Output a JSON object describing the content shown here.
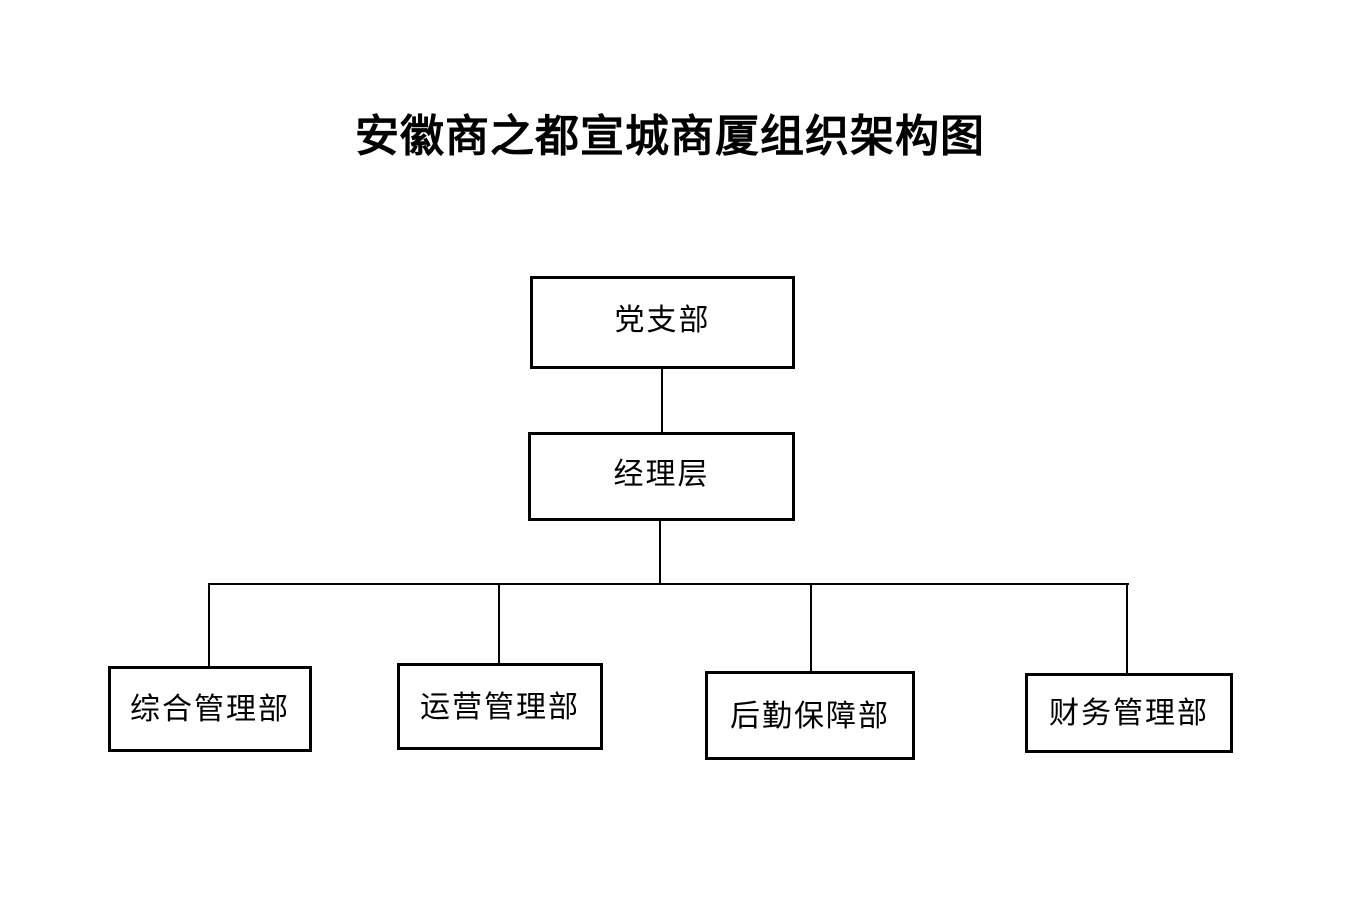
{
  "page": {
    "background_color": "#ffffff",
    "line_color": "#000000",
    "text_color": "#000000"
  },
  "title": "安徽商之都宣城商厦组织架构图",
  "org_chart": {
    "root": {
      "id": "party-branch",
      "label": "党支部"
    },
    "level2": {
      "id": "manager-level",
      "label": "经理层"
    },
    "departments": [
      {
        "id": "general-management-dept",
        "label": "综合管理部"
      },
      {
        "id": "operations-management-dept",
        "label": "运营管理部"
      },
      {
        "id": "logistics-support-dept",
        "label": "后勤保障部"
      },
      {
        "id": "finance-management-dept",
        "label": "财务管理部"
      }
    ],
    "edges": [
      {
        "from": "党支部",
        "to": "经理层"
      },
      {
        "from": "经理层",
        "to": "综合管理部"
      },
      {
        "from": "经理层",
        "to": "运营管理部"
      },
      {
        "from": "经理层",
        "to": "后勤保障部"
      },
      {
        "from": "经理层",
        "to": "财务管理部"
      }
    ]
  }
}
